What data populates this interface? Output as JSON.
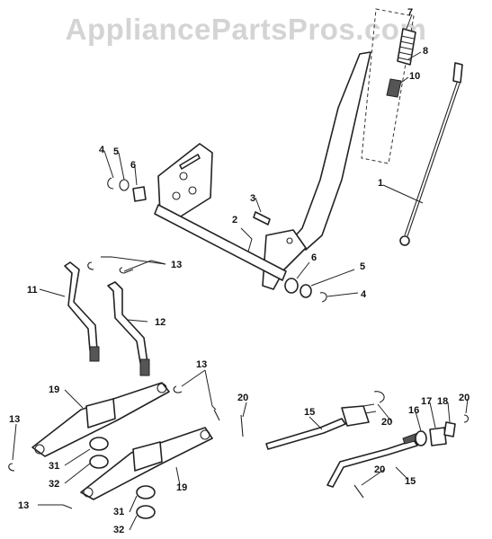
{
  "watermark": {
    "text": "AppliancePartsPros.com"
  },
  "callouts": {
    "c1": "1",
    "c2": "2",
    "c3": "3",
    "c4a": "4",
    "c5a": "5",
    "c6a": "6",
    "c4b": "4",
    "c5b": "5",
    "c6b": "6",
    "c7": "7",
    "c8": "8",
    "c10": "10",
    "c11": "11",
    "c12": "12",
    "c13a": "13",
    "c13b": "13",
    "c13c": "13",
    "c13d": "13",
    "c15a": "15",
    "c15b": "15",
    "c16": "16",
    "c17": "17",
    "c18": "18",
    "c19a": "19",
    "c19b": "19",
    "c20a": "20",
    "c20b": "20",
    "c20c": "20",
    "c20d": "20",
    "c31a": "31",
    "c32a": "32",
    "c31b": "31",
    "c32b": "32"
  }
}
